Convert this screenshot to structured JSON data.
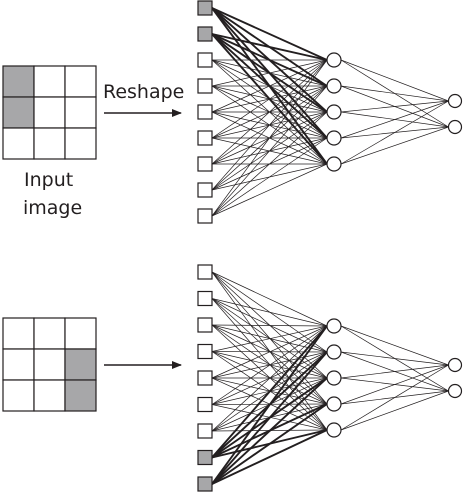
{
  "labels": {
    "reshape": "Reshape",
    "input_line1": "Input",
    "input_line2": "image"
  },
  "colors": {
    "stroke": "#231f20",
    "filled": "#a7a7a9",
    "empty": "#ffffff"
  },
  "examples": [
    {
      "name": "top",
      "grid_rows": 3,
      "grid_cols": 3,
      "shaded_cells": [
        [
          0,
          0
        ],
        [
          1,
          0
        ]
      ],
      "input_nodes": 9,
      "hidden_nodes": 5,
      "output_nodes": 2,
      "active_inputs": [
        0,
        1
      ],
      "show_reshape_label": true,
      "show_input_label": true
    },
    {
      "name": "bottom",
      "grid_rows": 3,
      "grid_cols": 3,
      "shaded_cells": [
        [
          1,
          2
        ],
        [
          2,
          2
        ]
      ],
      "input_nodes": 9,
      "hidden_nodes": 5,
      "output_nodes": 2,
      "active_inputs": [
        7,
        8
      ],
      "show_reshape_label": false,
      "show_input_label": false
    }
  ]
}
